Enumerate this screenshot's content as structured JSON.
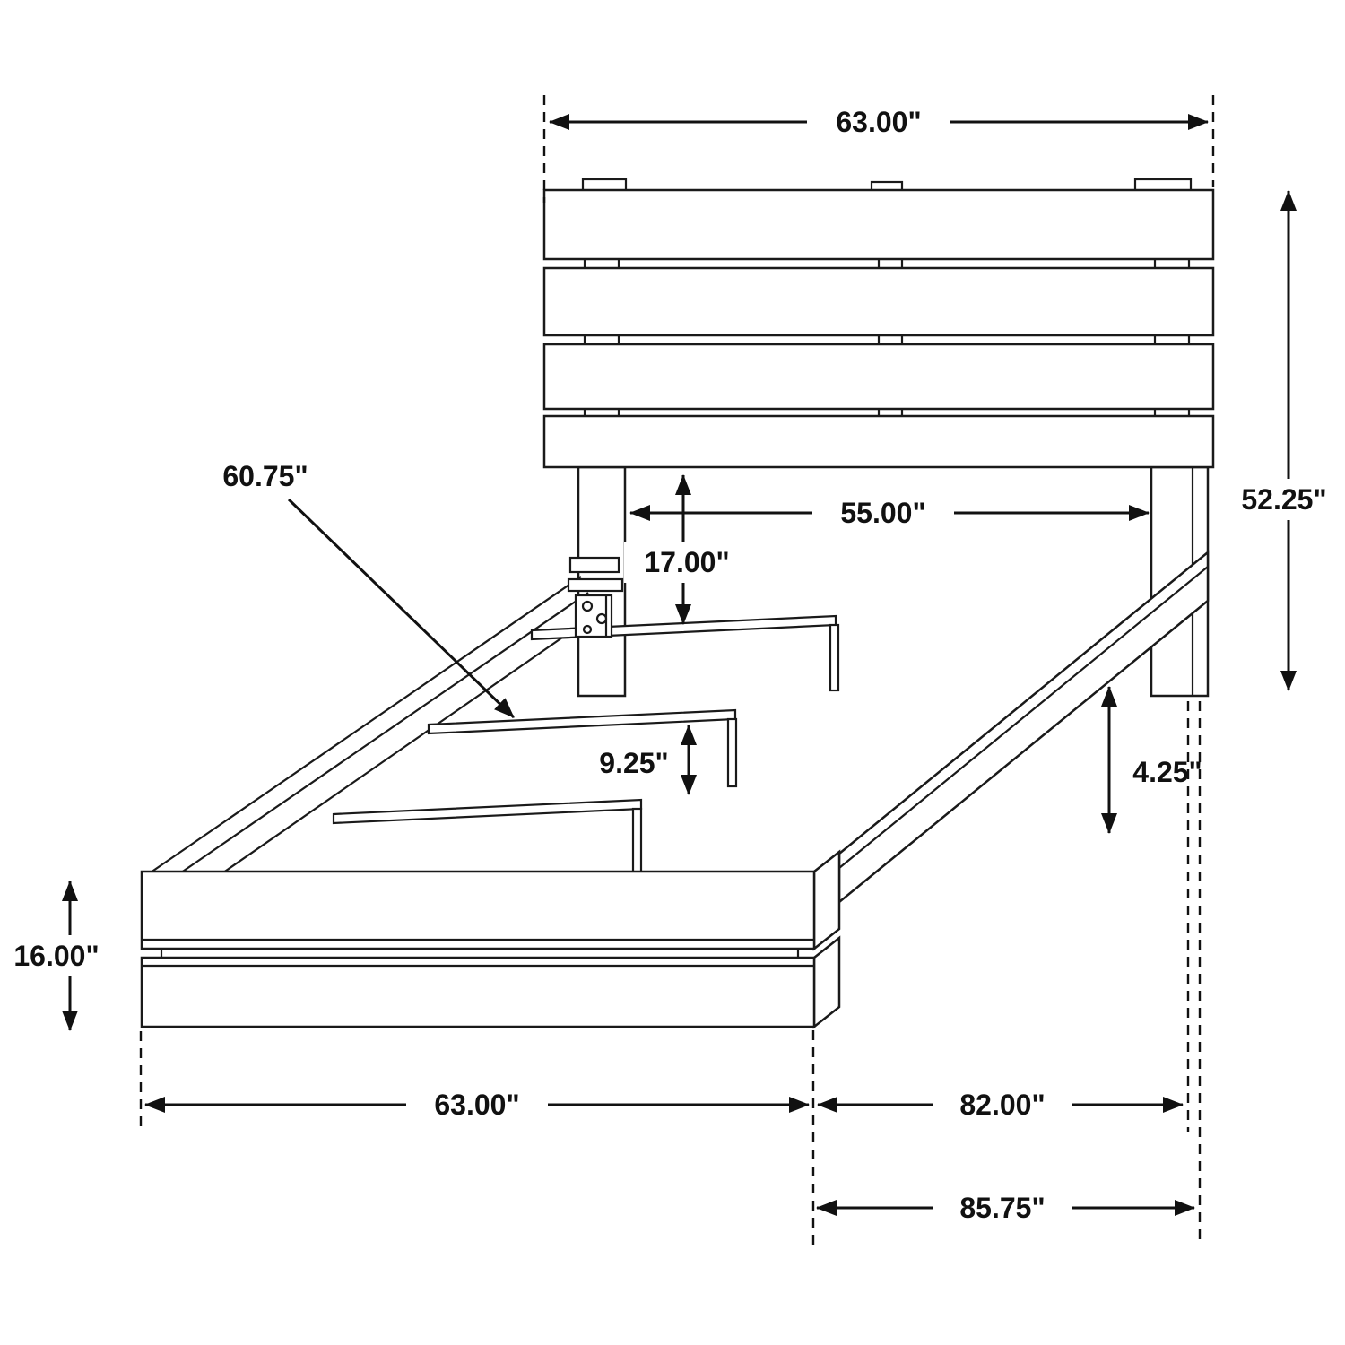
{
  "canvas": {
    "background": "#ffffff",
    "ink_color": "#1a1a1a",
    "description": "Bed frame assembly dimension diagram"
  },
  "labels": {
    "headboard_width": "63.00\"",
    "overall_height": "52.25\"",
    "inner_width": "55.00\"",
    "headboard_leg_height": "17.00\"",
    "slat_length": "60.75\"",
    "slat_support_height": "9.25\"",
    "side_rail_height": "4.25\"",
    "footboard_height": "16.00\"",
    "footboard_width": "63.00\"",
    "rail_length": "82.00\"",
    "overall_length": "85.75\""
  }
}
